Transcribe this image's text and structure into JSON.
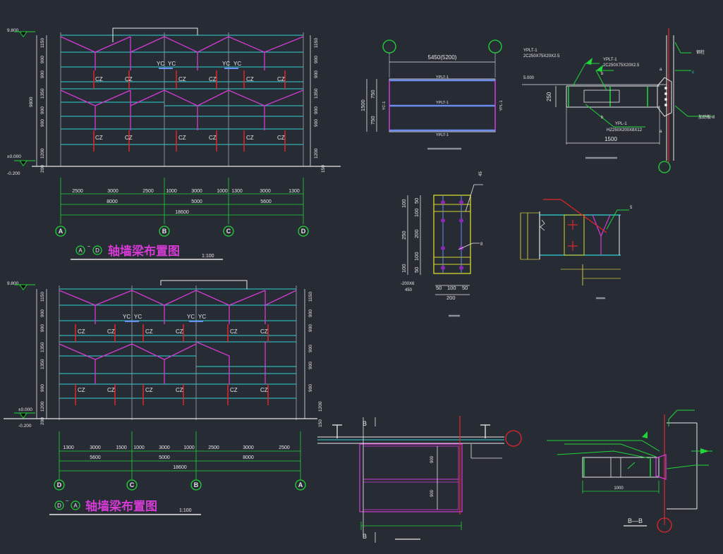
{
  "colors": {
    "background": "#262b34",
    "white": "#e8e8e8",
    "cyan": "#2fd5d5",
    "magenta": "#d43bd4",
    "green": "#22d63a",
    "red": "#e0262c",
    "yellow": "#d7d92a",
    "blue": "#6b8cf0",
    "olive": "#c8c23a",
    "grey": "#8a8f96"
  },
  "elev1": {
    "top_elev": "9.800",
    "zero_elev": "±0.000",
    "bottom_elev": "-0.200",
    "total_height": "9800",
    "left_dims": [
      "1150",
      "900",
      "900",
      "1350",
      "900",
      "900",
      "1200",
      "200"
    ],
    "right_dims": [
      "1150",
      "900",
      "900",
      "1350",
      "900",
      "900",
      "1200",
      "150"
    ],
    "cz_labels": [
      "CZ",
      "CZ",
      "CZ",
      "CZ",
      "CZ",
      "CZ",
      "CZ",
      "CZ",
      "CZ",
      "CZ",
      "CZ",
      "CZ"
    ],
    "yc_labels": [
      "YC",
      "YC",
      "YC",
      "YC"
    ],
    "bottom_dims_1": [
      "2500",
      "3000",
      "2500",
      "1000",
      "3000",
      "1000",
      "1300",
      "3000",
      "1300"
    ],
    "bottom_dims_2": [
      "8000",
      "5000",
      "5600"
    ],
    "bottom_total": "18600",
    "axes": [
      "A",
      "B",
      "C",
      "D"
    ],
    "title_axes_start": "A",
    "title_tilde": "~",
    "title_axes_end": "D",
    "title_text": "轴墙梁布置图",
    "scale": "1:100"
  },
  "elev2": {
    "top_elev": "9.800",
    "zero_elev": "±0.000",
    "bottom_elev": "-0.200",
    "left_dims": [
      "1150",
      "900",
      "900",
      "1350",
      "1350",
      "900",
      "1200",
      "200"
    ],
    "right_dims": [
      "1150",
      "900",
      "900",
      "900",
      "900",
      "900",
      "1200",
      "150"
    ],
    "cz_labels": [
      "CZ",
      "CZ",
      "CZ",
      "CZ",
      "CZ",
      "CZ",
      "CZ",
      "CZ",
      "CZ",
      "CZ",
      "CZ",
      "CZ"
    ],
    "yc_labels": [
      "YC",
      "YC",
      "YC",
      "YC"
    ],
    "bottom_dims_1": [
      "1300",
      "3000",
      "1500",
      "1000",
      "3000",
      "1000",
      "2500",
      "3000",
      "2500"
    ],
    "bottom_dims_2": [
      "5600",
      "5000",
      "8000"
    ],
    "bottom_total": "18600",
    "axes": [
      "D",
      "C",
      "B",
      "A"
    ],
    "title_axes_start": "D",
    "title_tilde": "~",
    "title_axes_end": "A",
    "title_text": "轴墙梁布置图",
    "scale": "1:100"
  },
  "detail1": {
    "top_dim": "5450(5200)",
    "left_total": "1500",
    "left_dims": [
      "750",
      "750"
    ],
    "beam_labels": [
      "YPLT-1",
      "YPLT-1",
      "YPLT-1"
    ],
    "side_labels": [
      "YC-1",
      "YPL-1"
    ]
  },
  "detail2": {
    "label_a": "YPLT-1",
    "label_a_spec": "2C250X75X20X2.5",
    "label_b": "YPLT-1",
    "label_b_spec": "2C250X75X20X2.5",
    "label_c": "YPL-1",
    "label_c_spec": "HZ250X200X8X12",
    "elev": "5.000",
    "height_dim": "250",
    "width_dim": "1500",
    "mark_b": "b",
    "mark_a": "a",
    "mark_c": "c",
    "tag_right_1": "钢柱",
    "tag_right_2": "加劲板-8"
  },
  "detail3": {
    "weld_mark": "45",
    "plate_mark": "8",
    "dims_left_outer": [
      "100",
      "250",
      "100"
    ],
    "dims_left_inner": [
      "50",
      "100",
      "200",
      "100",
      "50"
    ],
    "bottom_dims": [
      "50",
      "100",
      "50"
    ],
    "bottom_total": "200",
    "plate_label": "-200X6",
    "plate_label_2": "450"
  },
  "detail4": {
    "weld_mark": "5"
  },
  "detail5": {
    "section_top": "B",
    "section_bottom": "B",
    "dims_right": [
      "900",
      "900"
    ]
  },
  "detail6": {
    "width_dim": "1000",
    "section_name": "B—B"
  }
}
